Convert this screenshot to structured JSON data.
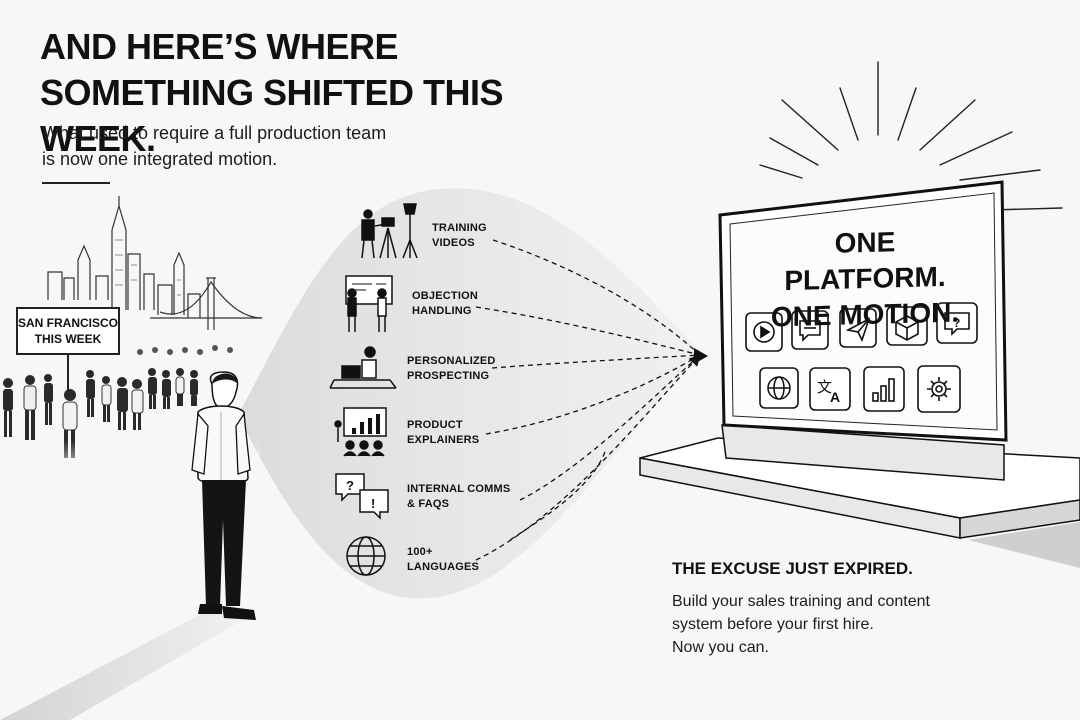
{
  "headline": {
    "line1": "AND HERE’S WHERE",
    "line2": "SOMETHING SHIFTED THIS WEEK."
  },
  "subhead": {
    "line1": "What used to require a full production team",
    "line2": "is now one integrated motion."
  },
  "city_sign": {
    "line1": "SAN FRANCISCO",
    "line2": "THIS WEEK"
  },
  "items": [
    {
      "icon": "videographer-camera-icon",
      "line1": "TRAINING",
      "line2": "VIDEOS"
    },
    {
      "icon": "presenters-whiteboard-icon",
      "line1": "OBJECTION",
      "line2": "HANDLING"
    },
    {
      "icon": "person-at-laptop-icon",
      "line1": "PERSONALIZED",
      "line2": "PROSPECTING"
    },
    {
      "icon": "presentation-audience-icon",
      "line1": "PRODUCT",
      "line2": "EXPLAINERS"
    },
    {
      "icon": "question-chat-bubbles-icon",
      "line1": "INTERNAL COMMS",
      "line2": "& FAQS"
    },
    {
      "icon": "globe-icon",
      "line1": "100+",
      "line2": "LANGUAGES"
    }
  ],
  "screen": {
    "line1": "ONE PLATFORM.",
    "line2": "ONE MOTION.",
    "icons": [
      "play-icon",
      "chat-icon",
      "send-icon",
      "cube-icon",
      "help-icon",
      "globe-icon",
      "translate-icon",
      "bar-chart-icon",
      "settings-gear-icon"
    ]
  },
  "cta": {
    "heading": "THE EXCUSE JUST EXPIRED.",
    "line1": "Build your sales training and content",
    "line2": "system before your first hire.",
    "line3": "Now you can."
  },
  "colors": {
    "background": "#f7f7f6",
    "ink": "#111111",
    "panel": "#ffffff",
    "beam": "#e4e4e2"
  }
}
